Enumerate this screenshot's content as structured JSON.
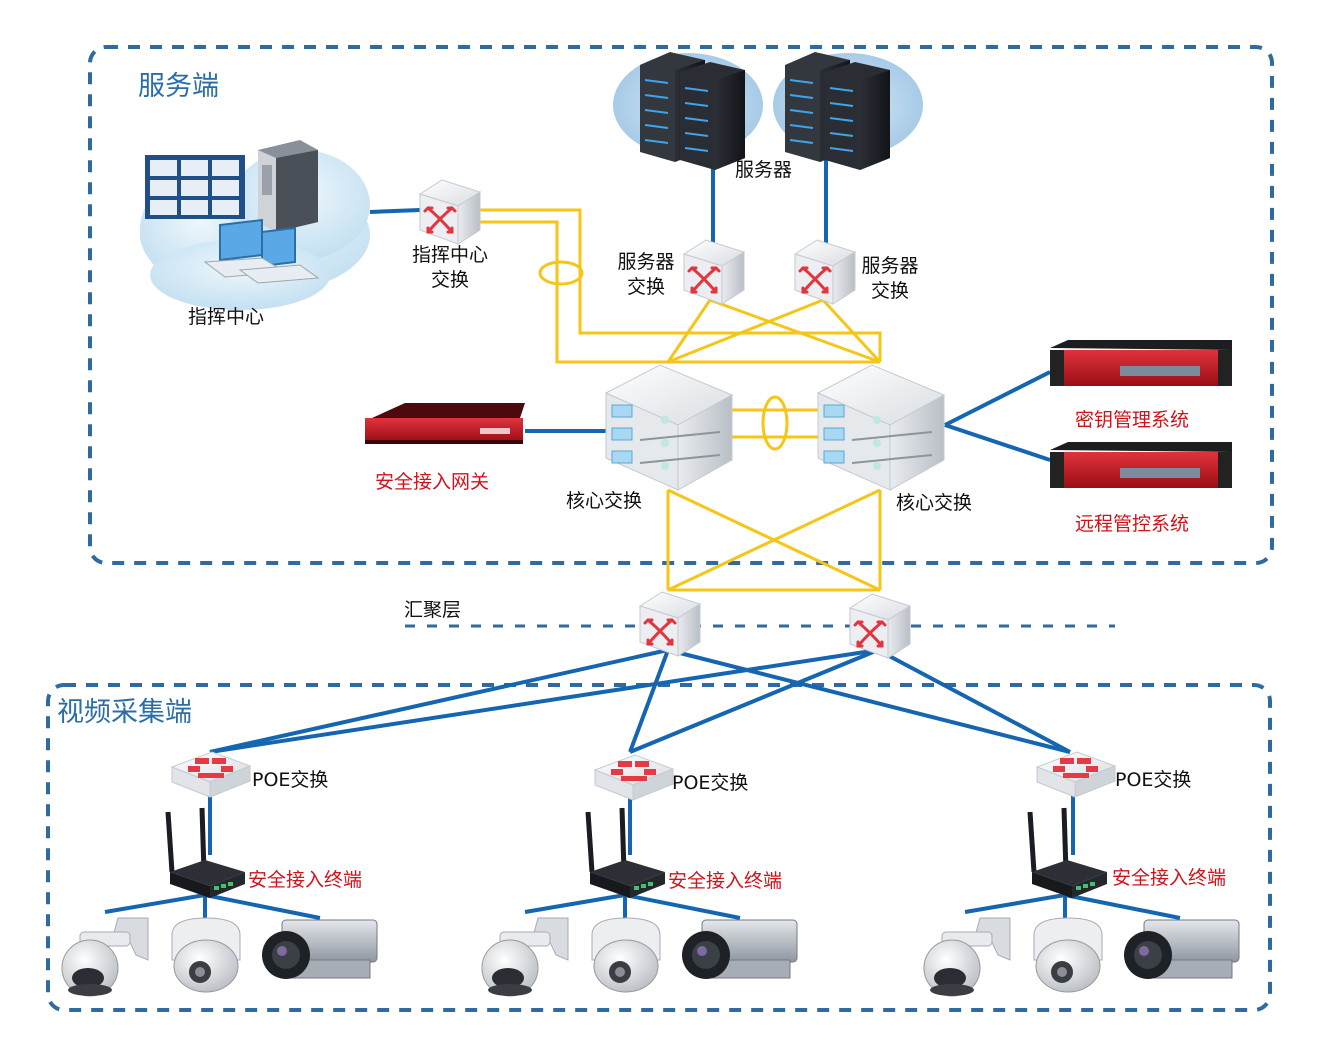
{
  "sections": {
    "server_side": "服务端",
    "aggregation": "汇聚层",
    "video_side": "视频采集端"
  },
  "nodes": {
    "command_center": "指挥中心",
    "command_center_switch": "指挥中心\n交换",
    "servers": "服务器",
    "server_switch_left": "服务器\n交换",
    "server_switch_right": "服务器\n交换",
    "core_switch_left": "核心交换",
    "core_switch_right": "核心交换",
    "security_gateway": "安全接入网关",
    "key_management": "密钥管理系统",
    "remote_control": "远程管控系统",
    "poe_switch_1": "POE交换",
    "poe_switch_2": "POE交换",
    "poe_switch_3": "POE交换",
    "terminal_1": "安全接入终端",
    "terminal_2": "安全接入终端",
    "terminal_3": "安全接入终端"
  },
  "colors": {
    "border_dash": "#2f6aa0",
    "link_blue": "#1565b0",
    "link_yellow": "#f5c518",
    "label_red": "#d0121b",
    "section_blue": "#2a6ea8"
  },
  "icons": [
    "cloud-icon",
    "monitor-wall-icon",
    "server-tower-icon",
    "workstation-icon",
    "switch-icon",
    "server-rack-icon",
    "core-switch-icon",
    "gateway-appliance-icon",
    "rack-appliance-icon",
    "poe-switch-icon",
    "router-icon",
    "ptz-camera-icon",
    "dome-camera-icon",
    "box-camera-icon"
  ]
}
